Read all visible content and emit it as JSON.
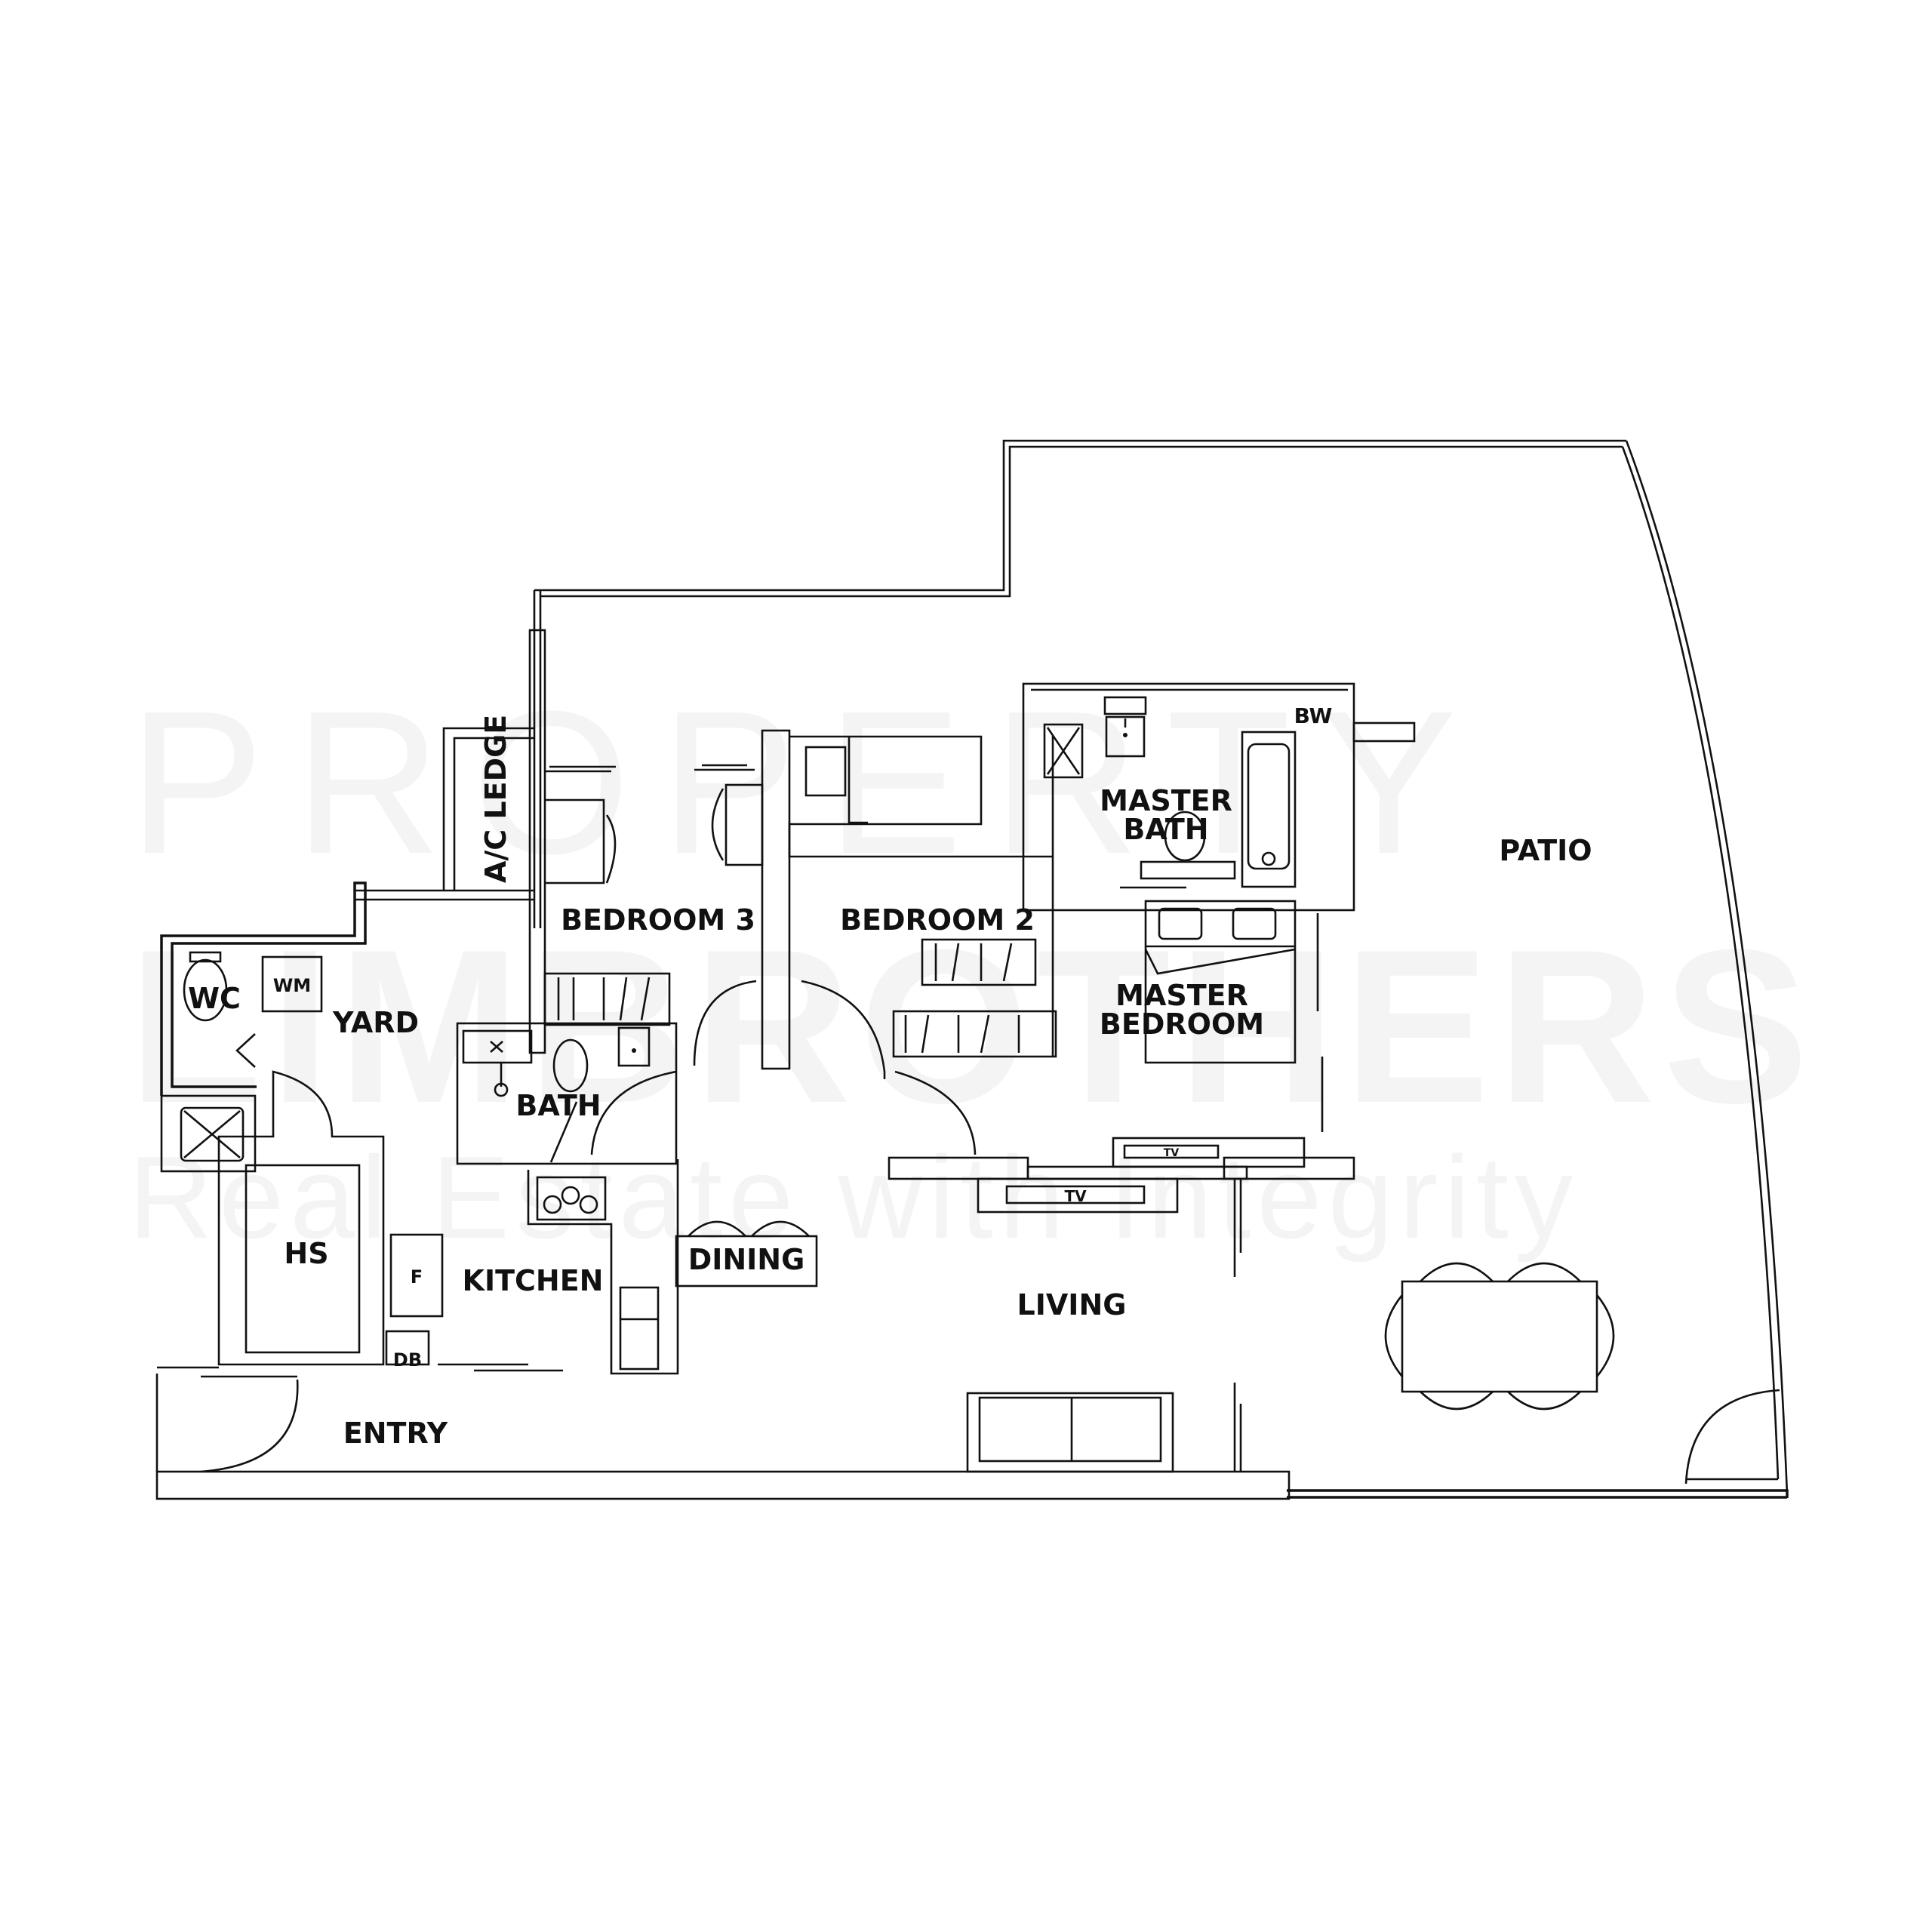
{
  "watermark": {
    "line1": "PROPERTY",
    "line2": "LIMBROTHERS",
    "tagline": "Real Estate with Integrity",
    "color": "#f4f4f4"
  },
  "floorplan": {
    "line_color": "#111111",
    "background": "#ffffff",
    "rooms": {
      "ac_ledge": "A/C LEDGE",
      "bedroom3": "BEDROOM 3",
      "bedroom2": "BEDROOM 2",
      "master_bath_1": "MASTER",
      "master_bath_2": "BATH",
      "bw": "BW",
      "patio": "PATIO",
      "master_bedroom_1": "MASTER",
      "master_bedroom_2": "BEDROOM",
      "wc": "WC",
      "wm": "WM",
      "yard": "YARD",
      "bath": "BATH",
      "hs": "HS",
      "f": "F",
      "kitchen": "KITCHEN",
      "dining": "DINING",
      "living": "LIVING",
      "db": "DB",
      "entry": "ENTRY",
      "tv_1": "TV",
      "tv_2": "TV"
    }
  }
}
